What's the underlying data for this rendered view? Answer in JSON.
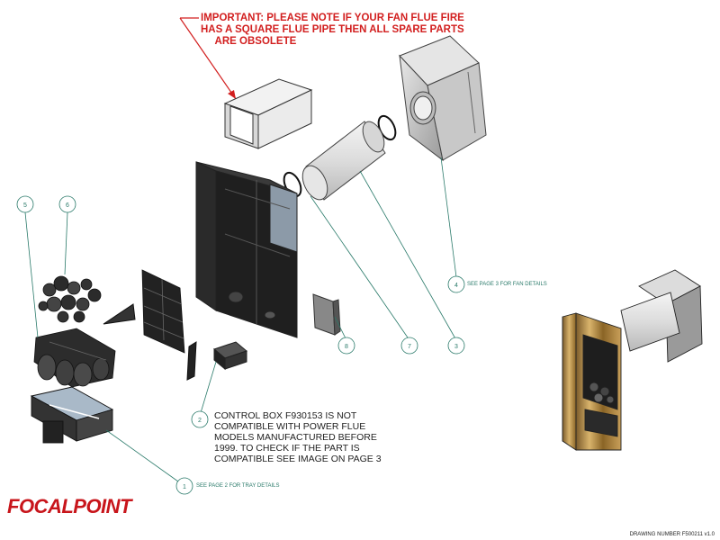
{
  "warning_text": "IMPORTANT: PLEASE NOTE IF YOUR FAN FLUE FIRE\nHAS A SQUARE FLUE PIPE THEN ALL SPARE PARTS\n     ARE OBSOLETE",
  "control_box_note": "CONTROL BOX F930153 IS NOT\nCOMPATIBLE WITH POWER FLUE\nMODELS MANUFACTURED BEFORE\n1999. TO CHECK IF THE PART IS\nCOMPATIBLE SEE IMAGE ON PAGE 3",
  "callouts": [
    {
      "num": "5",
      "label": ""
    },
    {
      "num": "6",
      "label": ""
    },
    {
      "num": "4",
      "label": "SEE PAGE 3 FOR FAN DETAILS"
    },
    {
      "num": "8",
      "label": ""
    },
    {
      "num": "7",
      "label": ""
    },
    {
      "num": "3",
      "label": ""
    },
    {
      "num": "2",
      "label": ""
    },
    {
      "num": "1",
      "label": "SEE PAGE 2 FOR TRAY DETAILS"
    }
  ],
  "logo_text": "FOCALPOINT",
  "drawing_number": "DRAWING NUMBER F500211 v1.0",
  "colors": {
    "warning": "#d21f1f",
    "callout": "#2a7a6a",
    "logo": "#c8151b"
  }
}
